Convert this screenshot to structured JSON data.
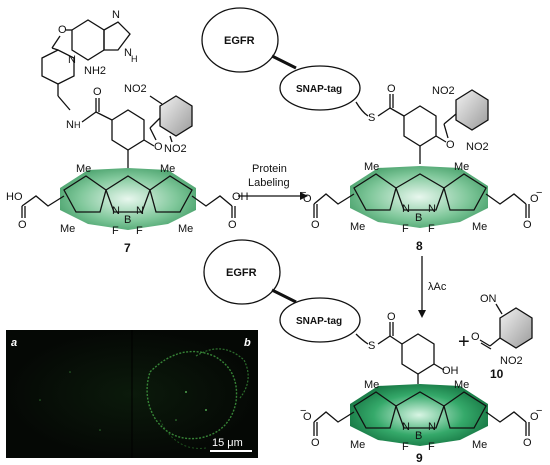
{
  "compounds": {
    "c7": "7",
    "c8": "8",
    "c9": "9",
    "c10": "10"
  },
  "atoms": {
    "nh2": "NH2",
    "no2": "NO2",
    "nh": "H",
    "n": "N",
    "o": "O",
    "s": "S",
    "b": "B",
    "f": "F",
    "me": "Me",
    "ho": "HO",
    "oh": "OH",
    "on": "ON",
    "minus": "−"
  },
  "arrows": {
    "labeling_line1": "Protein",
    "labeling_line2": "Labeling",
    "photolysis": "λAc"
  },
  "proteins": {
    "egfr": "EGFR",
    "snap": "SNAP-tag"
  },
  "plus": "+",
  "micrograph": {
    "panel_a": "a",
    "panel_b": "b",
    "scale": "15 μm"
  }
}
